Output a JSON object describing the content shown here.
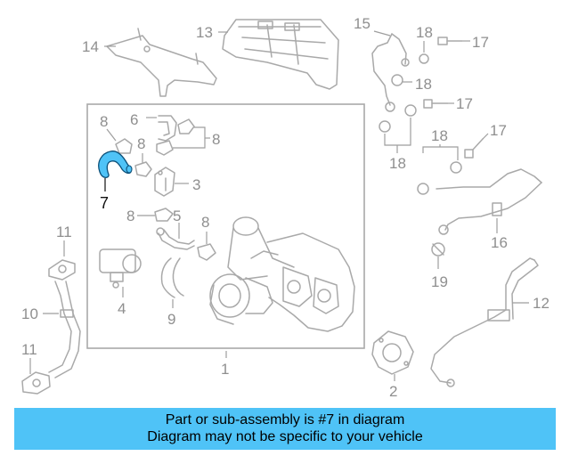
{
  "labels": {
    "l1": "1",
    "l2": "2",
    "l3": "3",
    "l4": "4",
    "l5": "5",
    "l6": "6",
    "l7": "7",
    "l8a": "8",
    "l8b": "8",
    "l8c": "8",
    "l8d": "8",
    "l8e": "8",
    "l9": "9",
    "l10": "10",
    "l11a": "11",
    "l11b": "11",
    "l12": "12",
    "l13": "13",
    "l14": "14",
    "l15": "15",
    "l16": "16",
    "l17a": "17",
    "l17b": "17",
    "l17c": "17",
    "l18a": "18",
    "l18b": "18",
    "l18c": "18",
    "l18d": "18",
    "l19": "19"
  },
  "banner": {
    "line1": "Part or sub-assembly is #7 in diagram",
    "line2": "Diagram may not be specific to your vehicle"
  },
  "colors": {
    "highlight": "#4fc3f7",
    "line": "#a9a9a9",
    "text": "#8f8f8f"
  }
}
